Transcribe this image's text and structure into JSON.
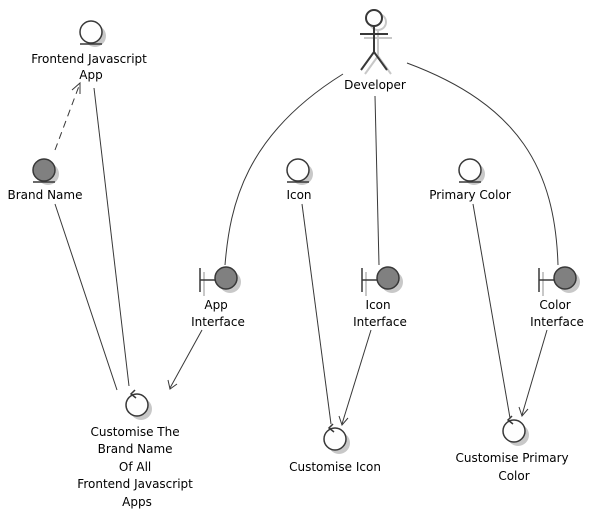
{
  "colors": {
    "light_fill": "#fefefe",
    "dark_fill": "#808080",
    "stroke": "#383838",
    "shadow": "#c8c8c8"
  },
  "actor": {
    "icon": "stick-figure-icon",
    "label": "Developer"
  },
  "entities": {
    "frontend_app": {
      "icon": "entity-icon",
      "lines": [
        "Frontend Javascript",
        "App"
      ]
    },
    "brand_name": {
      "icon": "entity-icon",
      "lines": [
        "Brand Name"
      ]
    },
    "icon": {
      "icon": "entity-icon",
      "lines": [
        "Icon"
      ]
    },
    "primary_color": {
      "icon": "entity-icon",
      "lines": [
        "Primary Color"
      ]
    }
  },
  "boundaries": {
    "app_interface": {
      "icon": "boundary-icon",
      "lines": [
        "App",
        "Interface"
      ]
    },
    "icon_interface": {
      "icon": "boundary-icon",
      "lines": [
        "Icon",
        "Interface"
      ]
    },
    "color_interface": {
      "icon": "boundary-icon",
      "lines": [
        "Color",
        "Interface"
      ]
    }
  },
  "controls": {
    "customise_brand": {
      "icon": "control-icon",
      "lines": [
        "Customise The",
        "Brand Name",
        "Of All",
        "Frontend Javascript",
        "Apps"
      ]
    },
    "customise_icon": {
      "icon": "control-icon",
      "lines": [
        "Customise Icon"
      ]
    },
    "customise_color": {
      "icon": "control-icon",
      "lines": [
        "Customise Primary",
        "Color"
      ]
    }
  }
}
